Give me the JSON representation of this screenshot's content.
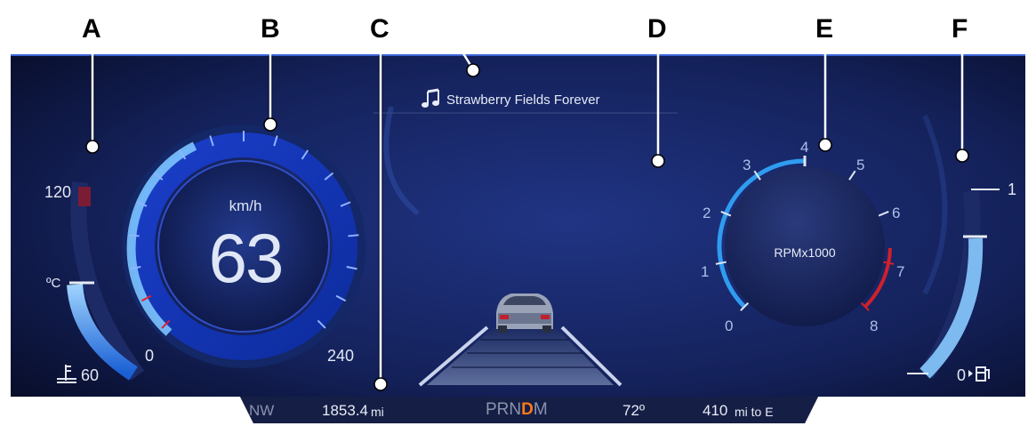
{
  "callouts": [
    "A",
    "B",
    "C",
    "D",
    "E",
    "F"
  ],
  "media": {
    "icon": "music-note-icon",
    "title": "Strawberry Fields Forever"
  },
  "temperature": {
    "max": "120",
    "unit": "ºC",
    "min": "60",
    "icon": "coolant-temperature-icon"
  },
  "speedometer": {
    "unit": "km/h",
    "value": "63",
    "min": "0",
    "max": "240"
  },
  "tachometer": {
    "unit": "RPMx1000",
    "ticks": [
      "0",
      "1",
      "2",
      "3",
      "4",
      "5",
      "6",
      "7",
      "8"
    ]
  },
  "fuel": {
    "full": "1",
    "empty": "0",
    "icon": "fuel-pump-icon"
  },
  "status_bar": {
    "heading": "NW",
    "odometer_value": "1853.4",
    "odometer_unit": "mi",
    "gear_before": "PRN",
    "gear_active": "D",
    "gear_after": "M",
    "outside_temp": "72º",
    "range_value": "410",
    "range_unit": "mi to E"
  },
  "colors": {
    "accent_blue": "#3aa0ff",
    "gear_active": "#ff7a1a",
    "redline": "#e0202c",
    "background": "#0f1a44"
  }
}
